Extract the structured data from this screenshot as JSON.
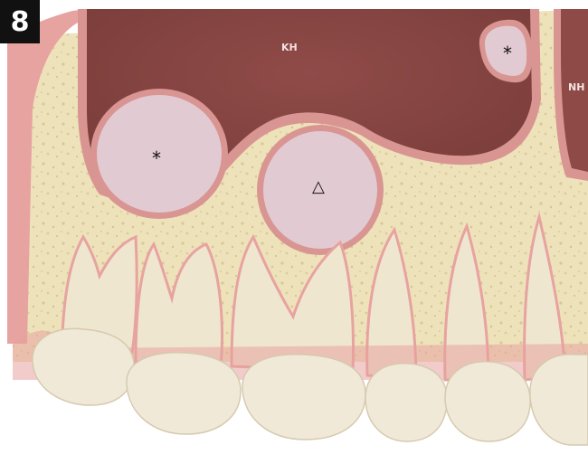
{
  "figure": {
    "number": "8",
    "labels": {
      "maxillary_sinus": "KH",
      "nasal_cavity": "NH"
    },
    "markers": {
      "cyst_left": "*",
      "cyst_top_right": "*",
      "cyst_center": "△"
    },
    "colors": {
      "sinus": "#8d4a47",
      "sinus_lining": "#d99592",
      "cyst_fill": "#e2cad3",
      "bone": "#eee2bb",
      "tooth": "#efe6cf",
      "gum": "#e7a3a0",
      "background": "#ffffff"
    }
  }
}
